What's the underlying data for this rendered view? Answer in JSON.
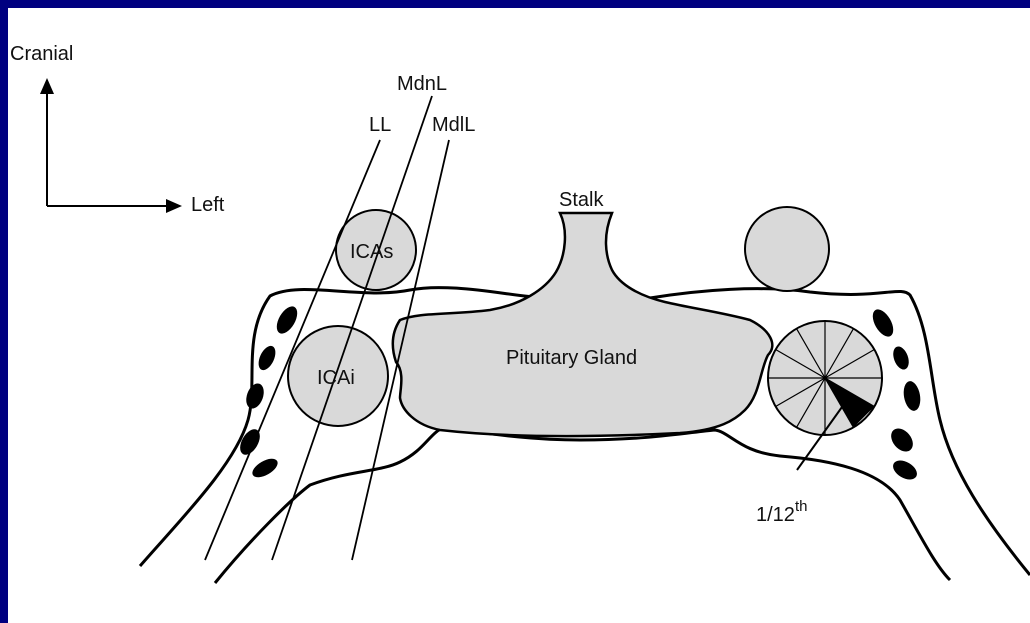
{
  "orientation": {
    "up_label": "Cranial",
    "right_label": "Left"
  },
  "labels": {
    "lateral_line": "LL",
    "median_line": "MdnL",
    "medial_line": "MdlL",
    "stalk": "Stalk",
    "ica_superior": "ICAs",
    "ica_inferior": "ICAi",
    "gland": "Pituitary Gland",
    "fraction_base": "1/12",
    "fraction_sup": "th"
  },
  "colors": {
    "frame": "#000080",
    "fill_gray": "#d9d9d9",
    "stroke": "#000000"
  }
}
